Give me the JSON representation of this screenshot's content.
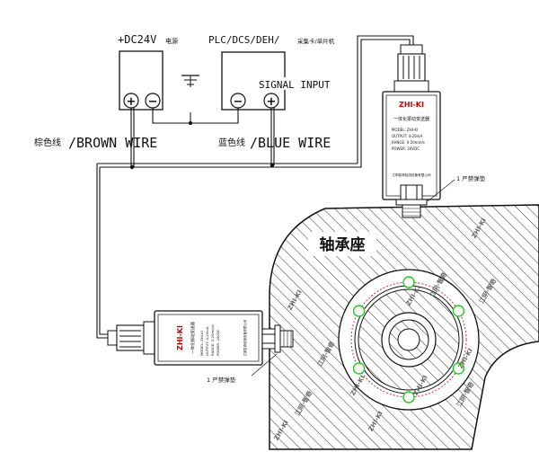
{
  "power": {
    "label": "+DC24V",
    "sub": "电源",
    "plus": "+",
    "minus": "−"
  },
  "plc": {
    "label": "PLC/DCS/DEH/",
    "sub": "采集卡/单片机",
    "signal": "SIGNAL INPUT",
    "plus": "+",
    "minus": "−"
  },
  "wires": {
    "brown_cn": "棕色线",
    "brown_en": "/BROWN WIRE",
    "blue_cn": "蓝色线",
    "blue_en": "/BLUE WIRE"
  },
  "sensor_top": {
    "brand": "ZHI-KI",
    "name": "一体化振动变送器",
    "specs": [
      "MODEL: ZHI-KI",
      "OUTPUT: 4-20mA",
      "RANGE: 0-20mm/s",
      "POWER: 24VDC"
    ],
    "maker": "江阴智奇检测设备有限公司",
    "washer": "1 严禁弹垫"
  },
  "sensor_left": {
    "brand": "ZHI-KI",
    "name": "一体化振动变送器",
    "specs": [
      "MODEL: ZHI-KI",
      "OUTPUT: 4-20mA",
      "RANGE: 0-20mm/s",
      "POWER: 24VDC"
    ],
    "maker": "江阴智奇检测设备有限公司",
    "washer": "1 严禁弹垫"
  },
  "housing": {
    "title": "轴承座",
    "watermarks": [
      "ZHI-KI",
      "江阴·智奇",
      "ZHI-KI",
      "江阴·智奇",
      "ZHI-KI",
      "ZHI-KI",
      "江阴·智奇",
      "ZHI-KI",
      "江阴·智奇",
      "ZHI-KI",
      "江阴·智奇",
      "ZHI-KI",
      "ZHI-KI"
    ]
  },
  "colors": {
    "line": "#111111",
    "bolt": "#22cc22",
    "pcd": "#e03030",
    "hatch": "#333333"
  }
}
